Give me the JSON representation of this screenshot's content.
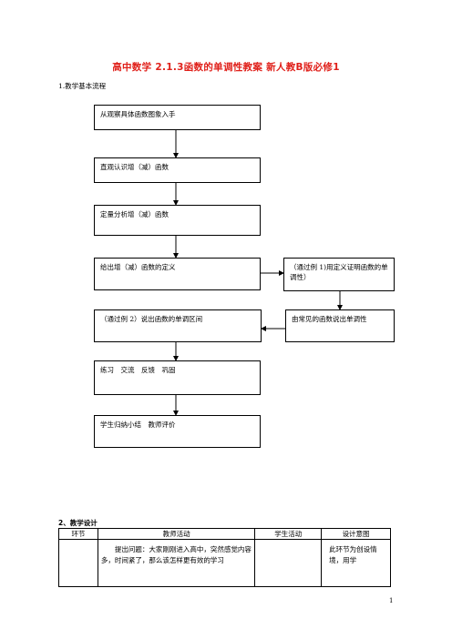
{
  "title": "高中数学 2.1.3函数的单调性教案 新人教B版必修1",
  "section1_heading": "1.教学基本流程",
  "flow": {
    "step1": "从观察具体函数图象入手",
    "step2": "直观认识增（减）函数",
    "step3": "定量分析增（减）函数",
    "step4": "给出增（减）函数的定义",
    "side_right": "（通过例 1)用定义证明函数的单调性）",
    "side_left": "由常见的函数说出单调性",
    "step5": "（通过例 2）说出函数的单调区间",
    "step6": "练习　交流　反馈　巩固",
    "step7": "学生归纳小结　教师评价"
  },
  "section2_heading": "2、教学设计",
  "table": {
    "headers": [
      "环节",
      "教师活动",
      "学生活动",
      "设计意图"
    ],
    "row1": {
      "stage": "",
      "teacher": "　　提出问题：大家刚刚进入高中，突然感觉内容多，时间紧了，那么该怎样更有效的学习",
      "student": "",
      "intent": "此环节为创设情境，用学"
    }
  },
  "page_number": "1"
}
